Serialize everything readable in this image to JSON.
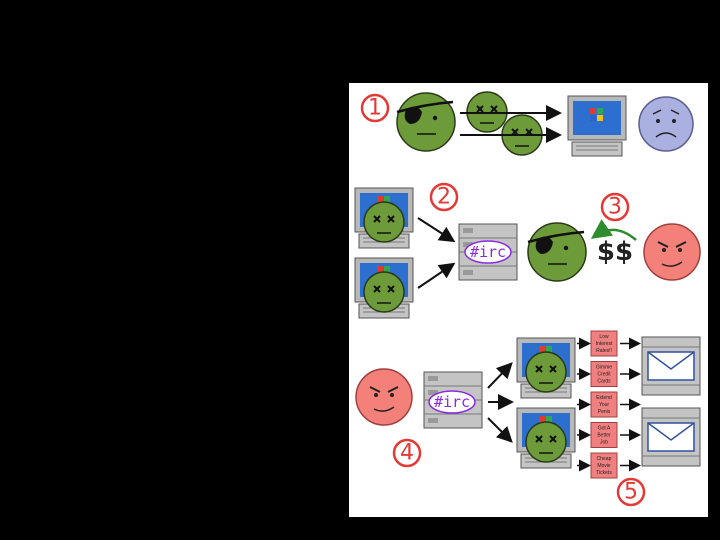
{
  "diagram": {
    "step_numbers": [
      "1",
      "2",
      "3",
      "4",
      "5"
    ],
    "irc_labels": [
      "#irc",
      "#irc"
    ],
    "payment_label": "$$",
    "spam_messages": [
      [
        "Low",
        "Interest",
        "Rates!!"
      ],
      [
        "Gimme",
        "Credit",
        "Cards"
      ],
      [
        "Extend",
        "Your",
        "Penis"
      ],
      [
        "Got A",
        "Better",
        "Job"
      ],
      [
        "Cheap",
        "Movie",
        "Tickets"
      ]
    ]
  },
  "colors": {
    "background": "#000000",
    "panel": "#ffffff",
    "zombie_green": "#6d9b3a",
    "sad_victim": "#aab0e0",
    "angry_client": "#f4807a",
    "number_red": "#e33a36",
    "irc_purple": "#8a2be2",
    "spam_box": "#f08080",
    "arrow_green": "#2e8b2e"
  },
  "icons": [
    "pirate-face-icon",
    "zombie-face-icon",
    "computer-icon",
    "sad-face-icon",
    "angry-face-icon",
    "server-icon",
    "envelope-icon",
    "arrow-icon",
    "windows-logo-icon"
  ]
}
